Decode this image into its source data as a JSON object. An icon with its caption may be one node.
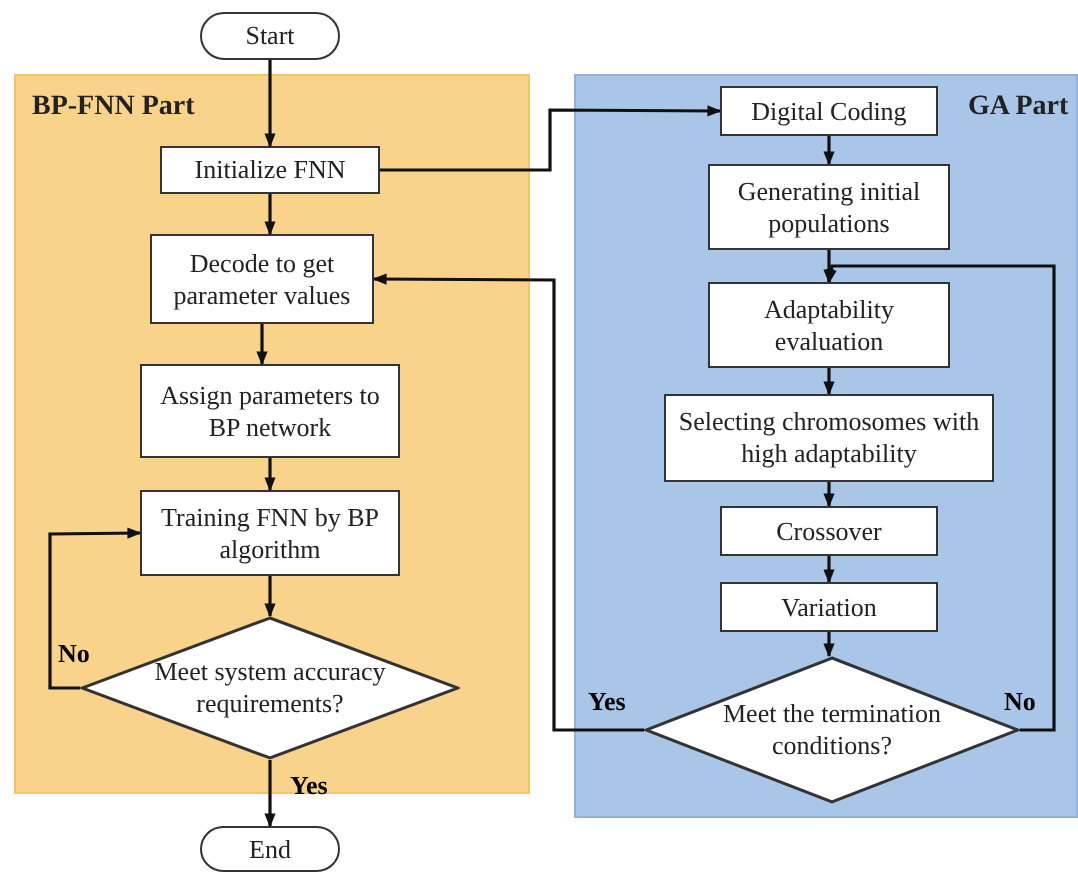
{
  "diagram": {
    "nodes": [
      {
        "text": [
          "Start"
        ]
      },
      {
        "text": [
          "BP-FNN Part"
        ]
      },
      {
        "text": [
          "Initialize FNN"
        ],
        "in": 1
      },
      {
        "text": [
          "Decode to get parameter values"
        ],
        "in": 1
      },
      {
        "text": [
          "Assign parameters to BP network"
        ],
        "in": 1
      },
      {
        "text": [
          "Training FNN by BP algorithm"
        ],
        "in": 1
      },
      {
        "text": [
          "Meet system accuracy requirements?"
        ],
        "in": 1
      },
      {
        "text": [
          "End"
        ]
      },
      {
        "text": [
          "GA Part"
        ]
      },
      {
        "text": [
          "Digital Coding"
        ],
        "in": 8
      },
      {
        "text": [
          "Generating initial populations"
        ],
        "in": 8
      },
      {
        "text": [
          "Adaptability evaluation"
        ],
        "in": 8
      },
      {
        "text": [
          "Selecting chromosomes with high adaptability"
        ],
        "in": 8
      },
      {
        "text": [
          "Crossover"
        ],
        "in": 8
      },
      {
        "text": [
          "Variation"
        ],
        "in": 8
      },
      {
        "text": [
          "Meet the termination conditions?"
        ],
        "in": 8
      }
    ],
    "edges": [
      {
        "from": 0,
        "to": 2,
        "arrow": "to"
      },
      {
        "from": 2,
        "to": 9,
        "arrow": "to"
      },
      {
        "from": 2,
        "to": 3,
        "arrow": "to"
      },
      {
        "from": 3,
        "to": 4,
        "arrow": "to"
      },
      {
        "from": 4,
        "to": 5,
        "arrow": "to"
      },
      {
        "from": 5,
        "to": 6,
        "arrow": "to"
      },
      {
        "from": 6,
        "to": 5,
        "arrow": "to",
        "label": "No"
      },
      {
        "from": 6,
        "to": 7,
        "arrow": "to",
        "label": "Yes"
      },
      {
        "from": 9,
        "to": 10,
        "arrow": "to"
      },
      {
        "from": 10,
        "to": 11,
        "arrow": "to"
      },
      {
        "from": 11,
        "to": 12,
        "arrow": "to"
      },
      {
        "from": 12,
        "to": 13,
        "arrow": "to"
      },
      {
        "from": 13,
        "to": 14,
        "arrow": "to"
      },
      {
        "from": 14,
        "to": 15,
        "arrow": "to"
      },
      {
        "from": 15,
        "to": 3,
        "arrow": "to",
        "label": "Yes"
      },
      {
        "from": 15,
        "to": 11,
        "arrow": "to",
        "label": "No"
      }
    ]
  }
}
